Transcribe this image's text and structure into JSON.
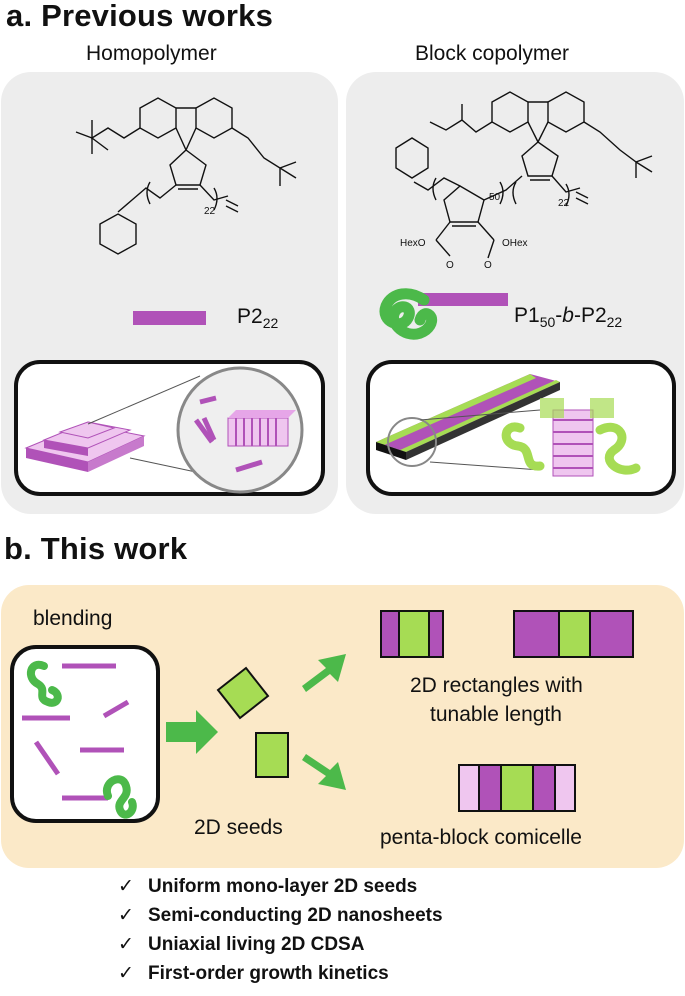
{
  "section_a": {
    "heading": "a. Previous works",
    "left": {
      "title": "Homopolymer",
      "label_main": "P2",
      "label_sub": "22"
    },
    "right": {
      "title": "Block copolymer",
      "label_p1": "P1",
      "label_sub1": "50",
      "label_dash1": "-",
      "label_b": "b",
      "label_dash2": "-P2",
      "label_sub2": "22"
    },
    "chem": {
      "sub22": "22",
      "sub50": "50",
      "hexo": "HexO",
      "ohex": "OHex",
      "o": "O"
    }
  },
  "section_b": {
    "heading": "b. This work",
    "blending": "blending",
    "seeds": "2D seeds",
    "rect_line1": "2D rectangles with",
    "rect_line2": "tunable length",
    "penta": "penta-block comicelle"
  },
  "bullets": [
    "Uniform mono-layer 2D seeds",
    "Semi-conducting 2D nanosheets",
    "Uniaxial living 2D CDSA",
    "First-order growth kinetics"
  ],
  "check_glyph": "✓",
  "colors": {
    "purple": "#b052b8",
    "light_purple": "#efc6ef",
    "green": "#a6dc54",
    "arrow_green": "#4cb94a",
    "coil_green": "#4cb94a",
    "panel_gray": "#ededed",
    "box_yellow": "#fbe9c8"
  }
}
